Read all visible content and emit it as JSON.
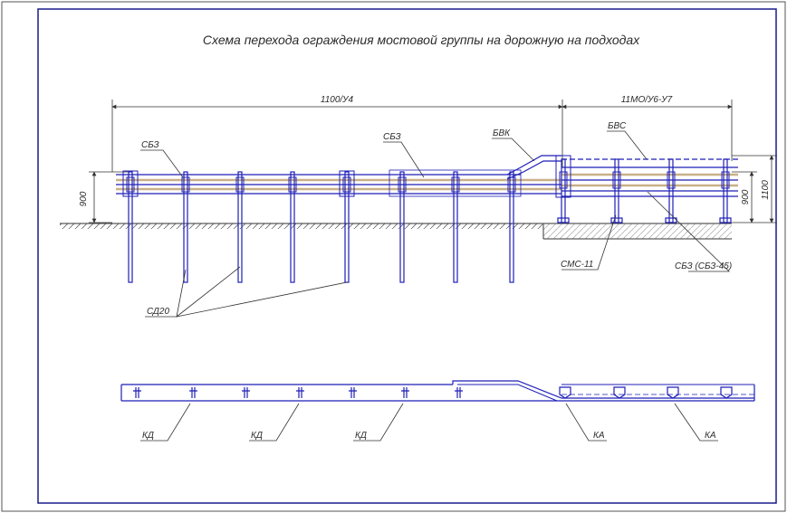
{
  "title": "Схема перехода ограждения мостовой группы на дорожную на подходах",
  "dimensions": {
    "left_span": "1100/У4",
    "right_span": "11МО/У6-У7",
    "height_left": "900",
    "height_right_inner": "900",
    "height_right_outer": "1100"
  },
  "labels": {
    "sbz_left": "СБЗ",
    "sbz_middle": "СБЗ",
    "bvk": "БВК",
    "bvs": "БВС",
    "sd20": "СД20",
    "smc11": "СМС-11",
    "sbz_right": "СБЗ (СБЗ-45)",
    "kd1": "КД",
    "kd2": "КД",
    "kd3": "КД",
    "ka1": "КА",
    "ka2": "КА"
  },
  "colors": {
    "frame": "#1a1a8c",
    "steel": "#1f1fb8",
    "rail": "#c9b088",
    "ink": "#333333"
  }
}
